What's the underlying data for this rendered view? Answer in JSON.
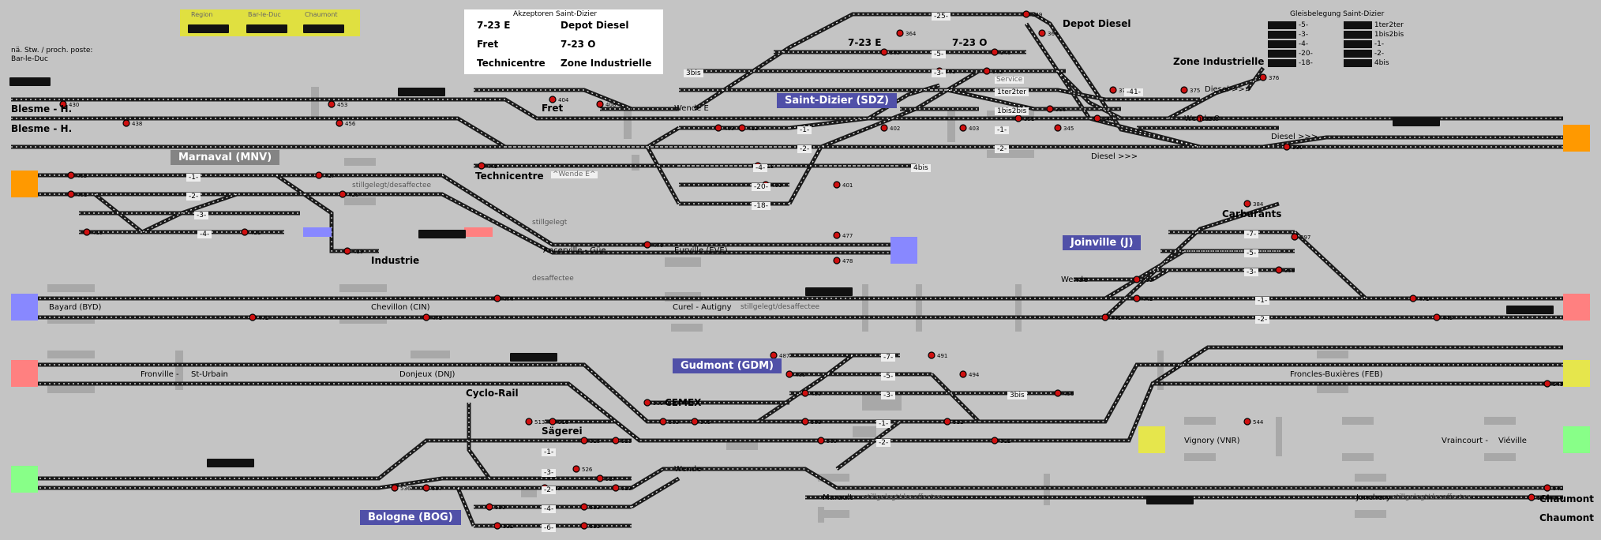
{
  "header": {
    "nav_label": "nä. Stw. / proch. poste:",
    "nav_value": "Bar-le-Duc",
    "region_tabs": [
      "Region",
      "Bar-le-Duc",
      "Chaumont"
    ]
  },
  "legend": {
    "title": "Akzeptoren Saint-Dizier",
    "items": [
      "7-23 E",
      "Depot Diesel",
      "Fret",
      "7-23 O",
      "Technicentre",
      "Zone Industrielle"
    ]
  },
  "occupancy": {
    "title": "Gleisbelegung Saint-Dizier",
    "col1": [
      "-5-",
      "-3-",
      "-4-",
      "-20-",
      "-18-"
    ],
    "col2": [
      "1ter2ter",
      "1bis2bis",
      "-1-",
      "-2-",
      "4bis"
    ]
  },
  "stations": {
    "sdz": "Saint-Dizier (SDZ)",
    "mnv": "Marnaval (MNV)",
    "joinville": "Joinville (J)",
    "gdm": "Gudmont (GDM)",
    "bog": "Bologne (BOG)"
  },
  "places": {
    "blesme1": "Blesme - H.",
    "blesme2": "Blesme - H.",
    "fret": "Fret",
    "technicentre": "Technicentre",
    "wende_e_q": "^Wende E^",
    "industrie": "Industrie",
    "depot_diesel": "Depot Diesel",
    "e723": "7-23 E",
    "o723": "7-23 O",
    "zone_ind": "Zone Industrielle",
    "diesel1": "Diesel >>>",
    "diesel2": "Diesel >>>",
    "diesel3": "Diesel >>>",
    "service": "Service",
    "wende_o": "Wende O",
    "wende_e": "Wende E",
    "carburants": "Carburants",
    "wende_j": "Wende",
    "cemex": "CEMEX",
    "cyclo": "Cyclo-Rail",
    "saegerei": "Sägerei",
    "wende_bog": "Wende",
    "chaumont1": "Chaumont",
    "chaumont2": "Chaumont",
    "bayard": "Bayard (BYD)",
    "chevillon": "Chevillon (CIN)",
    "curel": "Curel - Autigny",
    "ancerville": "Ancerville - Güe",
    "eurville": "Eurville (EVE)",
    "fronville": "Fronville -",
    "sturbain": "St-Urbain",
    "donjeux": "Donjeux (DNJ)",
    "froncles": "Froncles-Buxières (FEB)",
    "vignory": "Vignory (VNR)",
    "vraincourt": "Vraincourt -",
    "vieville": "Viéville",
    "marault": "Marault",
    "jonchery": "Jonchery",
    "stillgelegt1": "stillgelegt/desaffectee",
    "stillgelegt2": "stillgelegt/desaffectee",
    "stillgelegt3": "stillgelegt/desaffectee",
    "stillgelegt4": "stillgelegt/desaffectee",
    "stillgelegt_a": "stillgelegt",
    "desaffectee_a": "desaffectee"
  },
  "tracks": {
    "sdz": [
      "-25-",
      "-5-",
      "-3-",
      "-1-",
      "-2-",
      "-4-",
      "-20-",
      "-18-",
      "1ter2ter",
      "1bis2bis",
      "4bis",
      "-41-",
      "3bis",
      "-1-",
      "-2-"
    ],
    "mnv": [
      "-1-",
      "-2-",
      "-3-",
      "-4-"
    ],
    "joinville": [
      "-7-",
      "-5-",
      "-3-",
      "-1-",
      "-2-"
    ],
    "gdm": [
      "-7-",
      "-5-",
      "-3-",
      "-1-",
      "-2-",
      "3bis"
    ],
    "bog": [
      "-1-",
      "-3-",
      "-2-",
      "-4-",
      "-6-"
    ]
  },
  "signals": [
    "430",
    "438",
    "453",
    "456",
    "463",
    "461",
    "419",
    "421",
    "427",
    "428",
    "429",
    "445",
    "404",
    "408",
    "409",
    "412",
    "413",
    "400",
    "401",
    "402",
    "403",
    "351",
    "336",
    "345",
    "340",
    "346",
    "349",
    "366",
    "364",
    "365",
    "361",
    "362",
    "373",
    "375",
    "376",
    "380",
    "383",
    "384",
    "397",
    "398",
    "399",
    "441",
    "442",
    "443",
    "471",
    "472",
    "473",
    "474",
    "476",
    "477",
    "478",
    "487",
    "488",
    "490",
    "491",
    "494",
    "496",
    "500",
    "503",
    "505",
    "508",
    "509",
    "511",
    "512",
    "513",
    "516",
    "523",
    "525",
    "526",
    "527",
    "528",
    "529",
    "530",
    "532",
    "533",
    "535",
    "536",
    "537",
    "542",
    "543",
    "544",
    "545",
    "546",
    "548",
    "550",
    "551",
    "552",
    "553",
    "554",
    "555",
    "556",
    "557",
    "558",
    "559",
    "560",
    "562",
    "563",
    "564"
  ],
  "colors": {
    "background": "#c4c4c4",
    "track": "#1a1a1a",
    "signal_red": "#d01010",
    "station_blue": "#5050a8",
    "station_gray": "#848484",
    "boundary_orange": "#ff9900",
    "boundary_blue": "#8888ff",
    "boundary_red": "#ff8080",
    "boundary_green": "#88ff88",
    "boundary_yellow": "#e6e64c",
    "panel_yellow": "#e0e040"
  }
}
